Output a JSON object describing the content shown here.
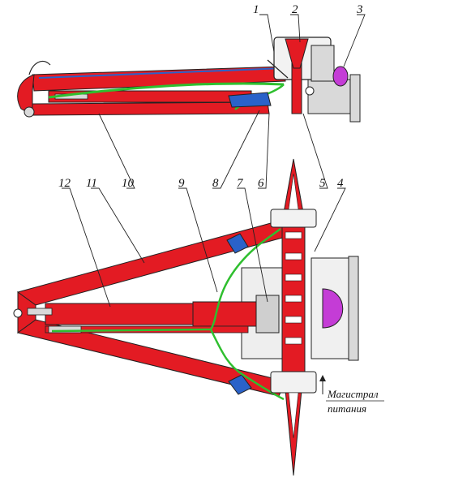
{
  "callouts": [
    {
      "id": "1",
      "label": "1"
    },
    {
      "id": "2",
      "label": "2"
    },
    {
      "id": "3",
      "label": "3"
    },
    {
      "id": "4",
      "label": "4"
    },
    {
      "id": "5",
      "label": "5"
    },
    {
      "id": "6",
      "label": "6"
    },
    {
      "id": "7",
      "label": "7"
    },
    {
      "id": "8",
      "label": "8"
    },
    {
      "id": "9",
      "label": "9"
    },
    {
      "id": "10",
      "label": "10"
    },
    {
      "id": "11",
      "label": "11"
    },
    {
      "id": "12",
      "label": "12"
    }
  ],
  "supply_line": {
    "line1": "Магистрал",
    "line2": "питания"
  },
  "colors": {
    "frame": "#e31b23",
    "hose": "#2fbf2f",
    "bracket": "#2a62c9",
    "cylinder": "#c43cd6",
    "metal": "#d9d9d9",
    "outline": "#222222"
  }
}
